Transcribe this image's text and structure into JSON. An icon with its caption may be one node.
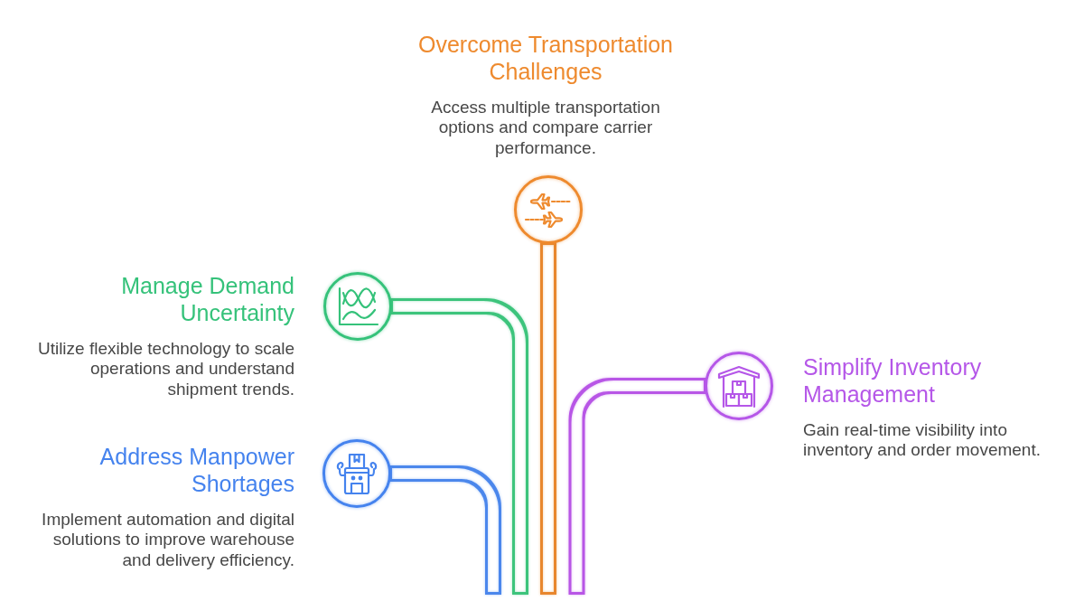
{
  "diagram": {
    "nodes": [
      {
        "text": [],
        "shape": "circle",
        "beside": [
          "Overcome Transportation Challenges",
          "Access multiple transportation options and compare carrier performance."
        ]
      },
      {
        "text": [],
        "shape": "circle",
        "beside": [
          "Manage Demand Uncertainty",
          "Utilize flexible technology to scale operations and understand shipment trends."
        ]
      },
      {
        "text": [],
        "shape": "circle",
        "beside": [
          "Simplify Inventory Management",
          "Gain real-time visibility into inventory and order movement."
        ]
      },
      {
        "text": [],
        "shape": "circle",
        "beside": [
          "Address Manpower Shortages",
          "Implement automation and digital solutions to improve warehouse and delivery efficiency."
        ]
      }
    ],
    "edges": [
      {
        "from": null,
        "to": 3,
        "arrow": "none",
        "color": "#4b87ec"
      },
      {
        "from": null,
        "to": 1,
        "arrow": "none",
        "color": "#3cc47c"
      },
      {
        "from": null,
        "to": 0,
        "arrow": "none",
        "color": "#e8872f"
      },
      {
        "from": null,
        "to": 2,
        "arrow": "none",
        "color": "#b857e6"
      }
    ]
  }
}
